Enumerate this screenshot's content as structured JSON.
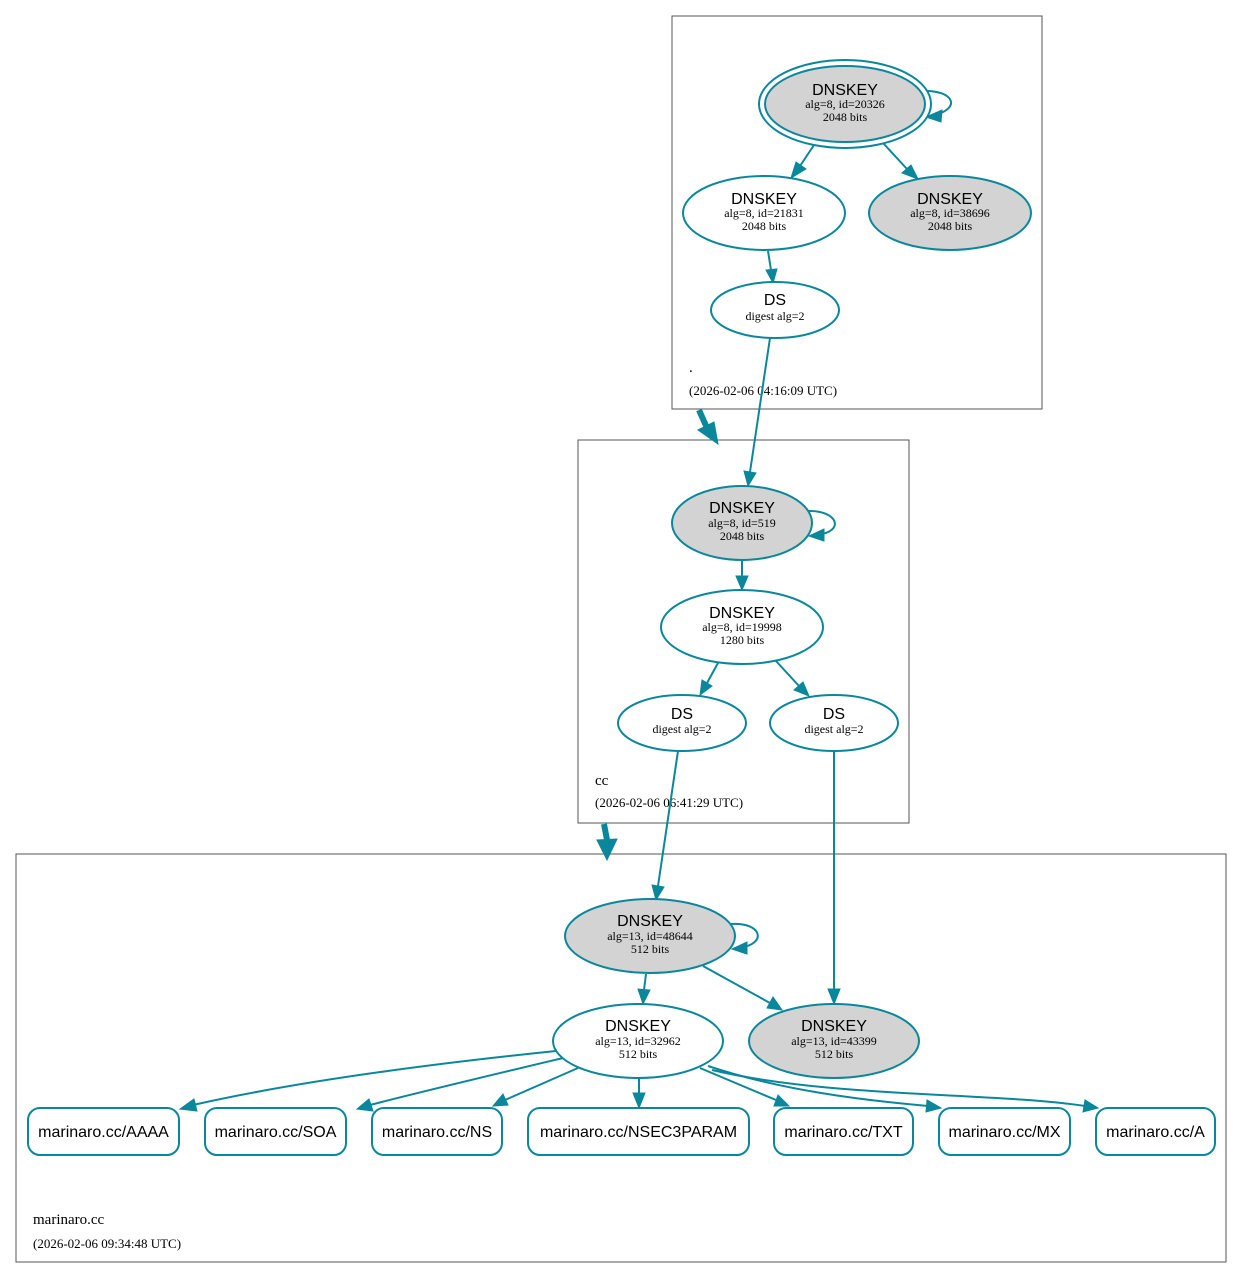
{
  "zones": {
    "root": {
      "name": ".",
      "timestamp": "(2026-02-06 04:16:09 UTC)"
    },
    "cc": {
      "name": "cc",
      "timestamp": "(2026-02-06 06:41:29 UTC)"
    },
    "marinaro": {
      "name": "marinaro.cc",
      "timestamp": "(2026-02-06 09:34:48 UTC)"
    }
  },
  "nodes": {
    "root_ksk": {
      "type": "DNSKEY",
      "detail": "alg=8, id=20326",
      "size": "2048 bits"
    },
    "root_zsk1": {
      "type": "DNSKEY",
      "detail": "alg=8, id=21831",
      "size": "2048 bits"
    },
    "root_zsk2": {
      "type": "DNSKEY",
      "detail": "alg=8, id=38696",
      "size": "2048 bits"
    },
    "root_ds": {
      "type": "DS",
      "detail": "digest alg=2"
    },
    "cc_ksk": {
      "type": "DNSKEY",
      "detail": "alg=8, id=519",
      "size": "2048 bits"
    },
    "cc_zsk": {
      "type": "DNSKEY",
      "detail": "alg=8, id=19998",
      "size": "1280 bits"
    },
    "cc_ds1": {
      "type": "DS",
      "detail": "digest alg=2"
    },
    "cc_ds2": {
      "type": "DS",
      "detail": "digest alg=2"
    },
    "m_ksk": {
      "type": "DNSKEY",
      "detail": "alg=13, id=48644",
      "size": "512 bits"
    },
    "m_zsk": {
      "type": "DNSKEY",
      "detail": "alg=13, id=32962",
      "size": "512 bits"
    },
    "m_key3": {
      "type": "DNSKEY",
      "detail": "alg=13, id=43399",
      "size": "512 bits"
    }
  },
  "rrsets": [
    "marinaro.cc/AAAA",
    "marinaro.cc/SOA",
    "marinaro.cc/NS",
    "marinaro.cc/NSEC3PARAM",
    "marinaro.cc/TXT",
    "marinaro.cc/MX",
    "marinaro.cc/A"
  ],
  "colors": {
    "edge": "#0a879a",
    "ksk_fill": "#d3d3d3",
    "zsk_fill": "#ffffff",
    "zone_border": "#555555"
  }
}
